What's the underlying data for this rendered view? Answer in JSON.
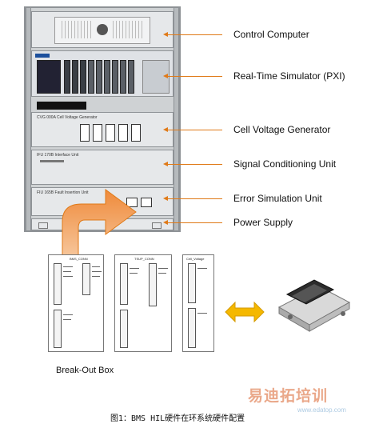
{
  "labels": {
    "control_computer": "Control Computer",
    "realtime_simulator": "Real-Time Simulator (PXI)",
    "cell_voltage_generator": "Cell Voltage Generator",
    "signal_conditioning_unit": "Signal Conditioning  Unit",
    "error_simulation_unit": "Error Simulation Unit",
    "power_supply": "Power Supply"
  },
  "rack_units": {
    "cvg": "CVG 000A Cell Voltage Generator",
    "ifu": "IFU 170B  Interface Unit",
    "fiu": "FIU 165B  Fault Insertion Unit"
  },
  "breakout": {
    "label": "Break-Out Box",
    "board_titles": [
      "BMS_CONN",
      "TSUP_CONN",
      "Cell_Voltage"
    ]
  },
  "caption": "图1：BMS HIL硬件在环系统硬件配置",
  "watermark": {
    "text": "易迪拓培训",
    "sub": "www.edatop.com"
  },
  "colors": {
    "arrow": "#e07a18",
    "big_arrow": "#f0a058",
    "double_arrow": "#f5b800"
  }
}
